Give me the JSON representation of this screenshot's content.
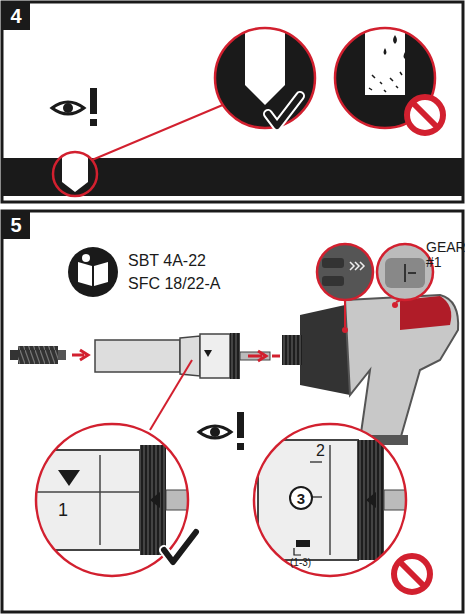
{
  "diagram": {
    "nodes": [
      {
        "text": [
          "4"
        ]
      },
      {
        "text": [
          "5"
        ]
      },
      {
        "text": [
          "3"
        ]
      }
    ],
    "labels": [
      "SBT 4A-22",
      "SFC 18/22-A",
      "GEAR #1",
      "1",
      "2",
      "(1-3)"
    ]
  }
}
